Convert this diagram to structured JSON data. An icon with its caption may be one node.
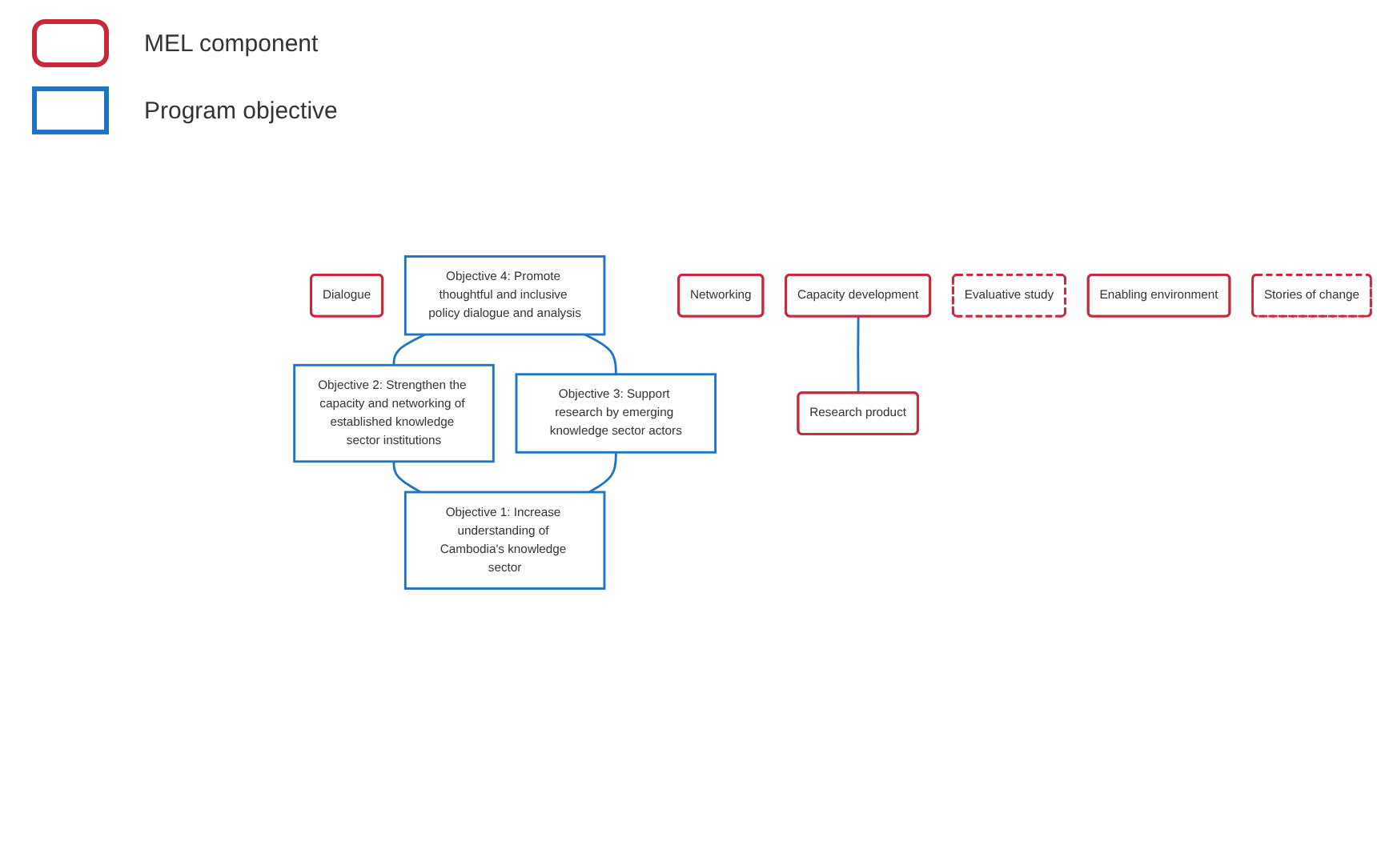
{
  "diagram": {
    "nodes": [
      {
        "text": [
          "Dialogue"
        ]
      },
      {
        "text": [
          "Objective 4: Promote thoughtful and inclusive policy dialogue and analysis"
        ]
      },
      {
        "text": [
          "Networking"
        ]
      },
      {
        "text": [
          "Capacity development"
        ]
      },
      {
        "text": [
          "Objective 2: Strengthen the capacity and networking of established knowledge sector institutions"
        ]
      },
      {
        "text": [
          "Objective 3: Support research by emerging knowledge sector actors"
        ]
      },
      {
        "text": [
          "Research product"
        ]
      },
      {
        "text": [
          "Evaluative study"
        ]
      },
      {
        "text": [
          "Objective 1: Increase understanding of Cambodia's knowledge sector"
        ]
      },
      {
        "text": [
          "Enabling environment"
        ]
      },
      {
        "text": [
          "Stories of change"
        ]
      }
    ],
    "edges": [
      {
        "from": 1,
        "to": 4,
        "arrow": "none"
      },
      {
        "from": 1,
        "to": 5,
        "arrow": "none"
      },
      {
        "from": 3,
        "to": 6,
        "arrow": "none"
      },
      {
        "from": 4,
        "to": 8,
        "arrow": "none"
      },
      {
        "from": 5,
        "to": 8,
        "arrow": "none"
      }
    ],
    "legend": [
      {
        "text": "MEL component"
      },
      {
        "text": "Program objective"
      }
    ]
  }
}
